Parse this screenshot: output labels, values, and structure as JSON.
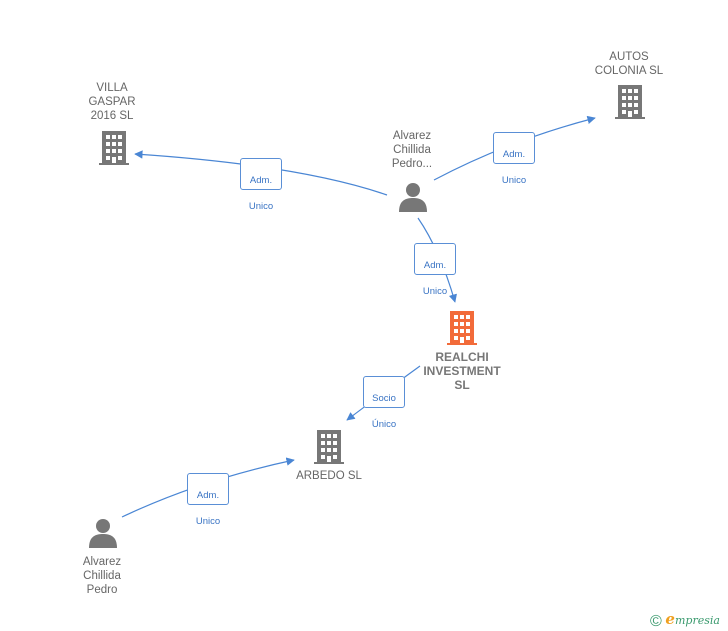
{
  "nodes": {
    "villa_gaspar": {
      "label": "VILLA\nGASPAR\n2016  SL",
      "type": "company",
      "color": "#777777"
    },
    "autos_colonia": {
      "label": "AUTOS\nCOLONIA SL",
      "type": "company",
      "color": "#777777"
    },
    "alvarez_top": {
      "label": "Alvarez\nChillida\nPedro...",
      "type": "person",
      "color": "#777777"
    },
    "realchi": {
      "label": "REALCHI\nINVESTMENT\nSL",
      "type": "company",
      "color": "#f26b3a"
    },
    "arbedo": {
      "label": "ARBEDO SL",
      "type": "company",
      "color": "#777777"
    },
    "alvarez_bottom": {
      "label": "Alvarez\nChillida\nPedro",
      "type": "person",
      "color": "#777777"
    }
  },
  "edges": {
    "e1": {
      "line1": "Adm.",
      "line2": "Unico"
    },
    "e2": {
      "line1": "Adm.",
      "line2": "Unico"
    },
    "e3": {
      "line1": "Adm.",
      "line2": "Unico"
    },
    "e4": {
      "line1": "Socio",
      "line2": "Único"
    },
    "e5": {
      "line1": "Adm.",
      "line2": "Unico"
    }
  },
  "colors": {
    "edge": "#4a86d4",
    "accent": "#f26b3a",
    "node": "#777777"
  },
  "footer": {
    "copyright": "©",
    "brand_initial": "e",
    "brand_rest": "mpresia"
  }
}
